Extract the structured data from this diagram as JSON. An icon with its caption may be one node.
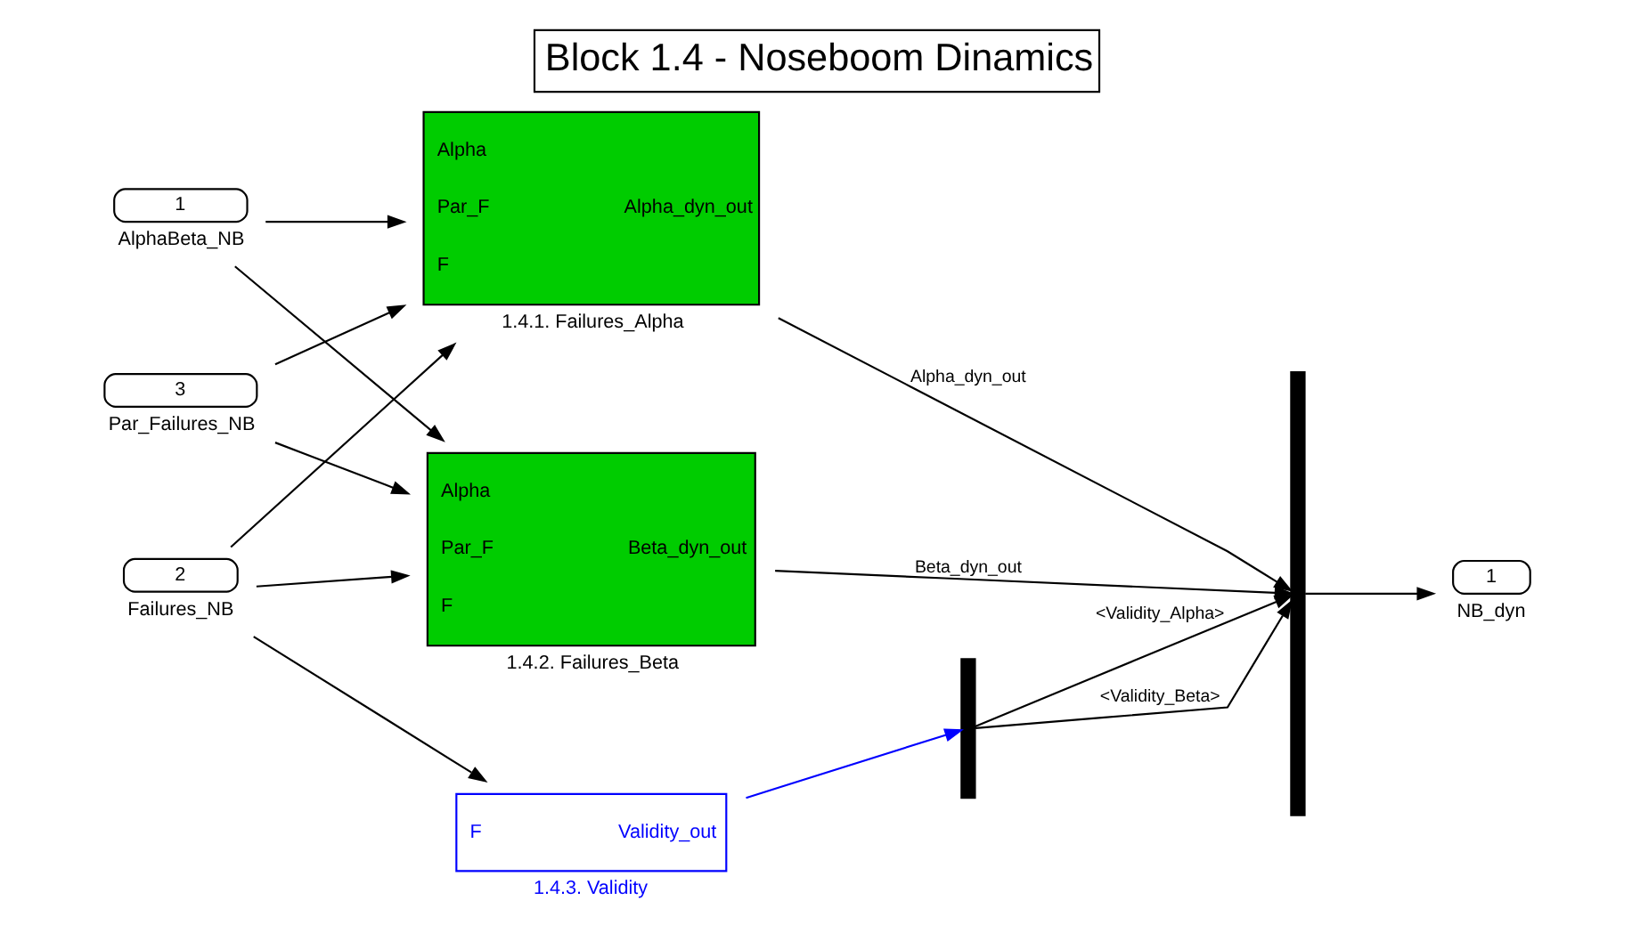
{
  "diagram": {
    "title": "Block 1.4 - Noseboom Dinamics",
    "nodes": [
      {
        "text": [
          "1"
        ],
        "beside": [
          "AlphaBeta_NB"
        ]
      },
      {
        "text": [
          "3"
        ],
        "beside": [
          "Par_Failures_NB"
        ]
      },
      {
        "text": [
          "2"
        ],
        "beside": [
          "Failures_NB"
        ]
      },
      {
        "text": [
          "Alpha",
          "Par_F",
          "F",
          "Alpha_dyn_out"
        ],
        "beside": [
          "1.4.1. Failures_Alpha"
        ]
      },
      {
        "text": [
          "Alpha",
          "Par_F",
          "F",
          "Beta_dyn_out"
        ],
        "beside": [
          "1.4.2. Failures_Beta"
        ]
      },
      {
        "text": [
          "F",
          "Validity_out"
        ],
        "beside": [
          "1.4.3. Validity"
        ]
      },
      {
        "text": [],
        "shape": "bar"
      },
      {
        "text": [],
        "shape": "bar"
      },
      {
        "text": [
          "1"
        ],
        "beside": [
          "NB_dyn"
        ]
      }
    ],
    "edges": [
      {
        "from": 0,
        "to": 3,
        "arrow": "to"
      },
      {
        "from": 0,
        "to": 4,
        "arrow": "to"
      },
      {
        "from": 1,
        "to": 3,
        "arrow": "to"
      },
      {
        "from": 1,
        "to": 4,
        "arrow": "to"
      },
      {
        "from": 2,
        "to": 3,
        "arrow": "to"
      },
      {
        "from": 2,
        "to": 4,
        "arrow": "to"
      },
      {
        "from": 2,
        "to": 5,
        "arrow": "to"
      },
      {
        "from": 3,
        "to": 7,
        "arrow": "to",
        "label": "Alpha_dyn_out"
      },
      {
        "from": 4,
        "to": 7,
        "arrow": "to",
        "label": "Beta_dyn_out"
      },
      {
        "from": 5,
        "to": 6,
        "arrow": "to",
        "color": "#0000ff"
      },
      {
        "from": 6,
        "to": 7,
        "arrow": "to",
        "label": "<Validity_Alpha>"
      },
      {
        "from": 6,
        "to": 7,
        "arrow": "to",
        "label": "<Validity_Beta>"
      },
      {
        "from": 7,
        "to": 8,
        "arrow": "to"
      }
    ]
  }
}
